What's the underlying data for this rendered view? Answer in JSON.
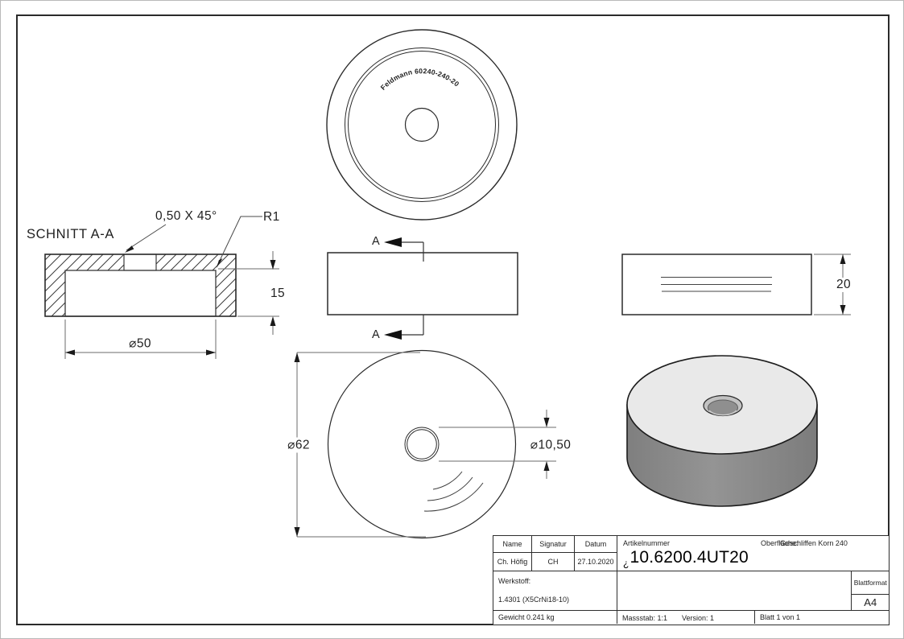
{
  "views": {
    "section_view": {
      "label": "SCHNITT A-A",
      "chamfer_dim": "0,50 X 45°",
      "fillet_dim": "R1",
      "depth_dim": "15",
      "diameter_dim": "⌀50"
    },
    "top_view": {
      "engraving": "Feldmann 60240-240-20"
    },
    "front_view": {
      "section_label_top": "A",
      "section_label_bottom": "A"
    },
    "side_view": {
      "height_dim": "20"
    },
    "bottom_view": {
      "outer_diameter_dim": "⌀62",
      "hole_diameter_dim": "⌀10,50"
    }
  },
  "title_block": {
    "headers": {
      "name": "Name",
      "signature": "Signatur",
      "date": "Datum"
    },
    "values": {
      "name": "Ch. Höfig",
      "signature": "CH",
      "date": "27.10.2020"
    },
    "article_label": "Artikelnummer",
    "article_prefix": "¿",
    "article_number": "10.6200.4UT20",
    "surface_label": "Oberfläche:",
    "surface_value": "Geschliffen Korn 240",
    "material_label": "Werkstoff:",
    "material_value": "1.4301 (X5CrNi18-10)",
    "weight": "Gewicht 0.241 kg",
    "scale": "Massstab: 1:1",
    "version": "Version: 1",
    "sheet": "Blatt 1 von 1",
    "format_label": "Blattformat",
    "format_value": "A4"
  },
  "colors": {
    "outline": "#2a2a2a",
    "dimension": "#6b6b6b",
    "iso_top_face": "#e9e9e9",
    "iso_side_face": "#8c8c8c"
  }
}
